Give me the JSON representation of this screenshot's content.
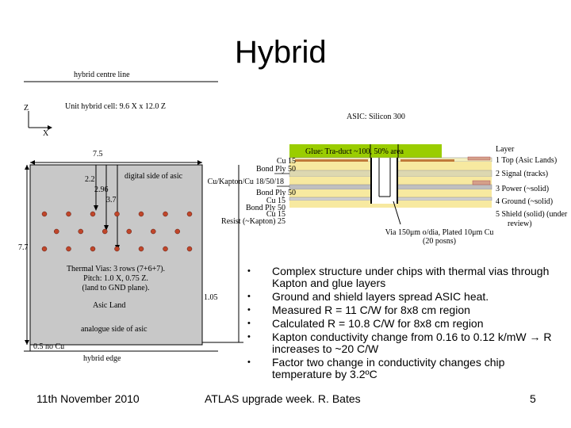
{
  "title": "Hybrid",
  "diagram": {
    "centre_line": "hybrid centre line",
    "unit_cell": "Unit hybrid cell: 9.6 X x 12.0 Z",
    "axis_z": "Z",
    "axis_x": "X",
    "dim_7_5": "7.5",
    "dim_2_2": "2.2",
    "dim_2_96": "2.96",
    "dim_3_7": "3.7",
    "dim_7_7": "7.7",
    "dim_1_05": "1.05",
    "digital_side": "digital side of asic",
    "thermal_vias": [
      "Thermal Vias: 3 rows (7+6+7).",
      "Pitch: 1.0 X, 0.75 Z.",
      "(land to GND plane)."
    ],
    "asic_land": "Asic Land",
    "analogue_side": "analogue side of asic",
    "no_cu": "0.5 no Cu",
    "hybrid_edge": "hybrid edge"
  },
  "stack": {
    "asic": "ASIC: Silicon 300",
    "glue": "Glue: Tra-duct ~100, 50% area",
    "left_labels": [
      "Cu 15",
      "Bond Ply 50",
      "Cu/Kapton/Cu 18/50/18",
      "Bond Ply 50",
      "Cu 15",
      "Bond Ply 50",
      "Cu 15",
      "Resist (~Kapton) 25"
    ],
    "layer_title": "Layer",
    "layers": [
      "1 Top (Asic Lands)",
      "2 Signal (tracks)",
      "3 Power (~solid)",
      "4 Ground (~solid)",
      "5 Shield (solid) (under",
      "review)"
    ],
    "via": [
      "Via 150μm o/dia, Plated 10μm Cu",
      "(20 posns)"
    ]
  },
  "bullets": [
    "Complex structure under chips with thermal vias through Kapton and glue layers",
    "Ground and shield layers spread ASIC heat.",
    "Measured R = 11 C/W for 8x8 cm region",
    "Calculated R = 10.8 C/W for 8x8 cm region",
    "Kapton conductivity change from 0.16 to 0.12 k/mW → R increases to ~20 C/W",
    "Factor two change in conductivity changes chip temperature by 3.2ºC"
  ],
  "footer": {
    "date": "11th November 2010",
    "event": "ATLAS upgrade week. R. Bates",
    "page": "5"
  },
  "colors": {
    "asic_fill": "#c8c8c8",
    "glue_fill": "#9acd00",
    "copper": "#c07a3a",
    "via_dot": "#c0462a",
    "stack_yellow": "#f0e6a8"
  }
}
